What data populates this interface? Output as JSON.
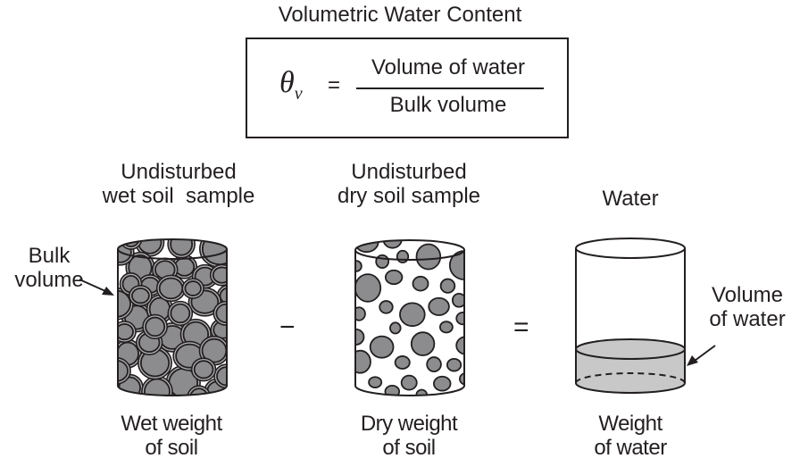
{
  "title": "Volumetric Water Content",
  "formula": {
    "symbol": "θ",
    "subscript": "v",
    "equals": "=",
    "numerator": "Volume of water",
    "denominator": "Bulk volume"
  },
  "samples": [
    {
      "heading_line1": "Undisturbed",
      "heading_line2": "wet soil  sample",
      "footer_line1": "Wet weight",
      "footer_line2": "of soil"
    },
    {
      "heading_line1": "Undisturbed",
      "heading_line2": "dry soil sample",
      "footer_line1": "Dry weight",
      "footer_line2": "of soil"
    },
    {
      "heading_line1": "Water",
      "heading_line2": "",
      "footer_line1": "Weight",
      "footer_line2": "of water"
    }
  ],
  "operators": {
    "minus": "−",
    "equals": "="
  },
  "annotations": {
    "bulk_volume_line1": "Bulk",
    "bulk_volume_line2": "volume",
    "volume_of_water_line1": "Volume",
    "volume_of_water_line2": "of water"
  },
  "colors": {
    "ink": "#231f20",
    "particle_fill": "#8c8c8e",
    "water_fill": "#c8c8c9",
    "wet_film": "#b0b0b2"
  }
}
